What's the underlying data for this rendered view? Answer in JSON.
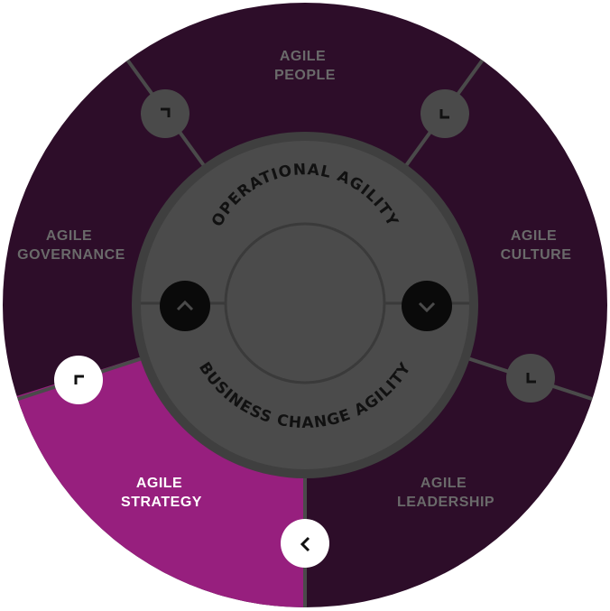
{
  "colors": {
    "segment_dark": "#2d0d29",
    "segment_active": "#971f7e",
    "divider": "#4a4a4a",
    "hub_outer": "#3f3f3f",
    "hub_inner": "#4b4b4b",
    "label_dim": "#6a6a6a",
    "label_active": "#ffffff",
    "arc_text": "#111111",
    "button_grey": "#4a4a4a",
    "button_black": "#0a0a0a",
    "button_white": "#ffffff"
  },
  "segments": [
    {
      "id": "people",
      "line1": "AGILE",
      "line2": "PEOPLE",
      "active": false,
      "button_icon": "corner-arrow-icon"
    },
    {
      "id": "culture",
      "line1": "AGILE",
      "line2": "CULTURE",
      "active": false,
      "button_icon": "corner-arrow-icon"
    },
    {
      "id": "leadership",
      "line1": "AGILE",
      "line2": "LEADERSHIP",
      "active": false,
      "button_icon": "corner-arrow-icon"
    },
    {
      "id": "strategy",
      "line1": "AGILE",
      "line2": "STRATEGY",
      "active": true,
      "button_icon": "chevron-left-icon"
    },
    {
      "id": "governance",
      "line1": "AGILE",
      "line2": "GOVERNANCE",
      "active": false,
      "button_icon": "corner-arrow-icon"
    }
  ],
  "hub": {
    "top_arc_text": "OPERATIONAL AGILITY",
    "bottom_arc_text": "BUSINESS CHANGE AGILITY",
    "left_button_icon": "chevron-up-icon",
    "right_button_icon": "chevron-down-icon"
  }
}
